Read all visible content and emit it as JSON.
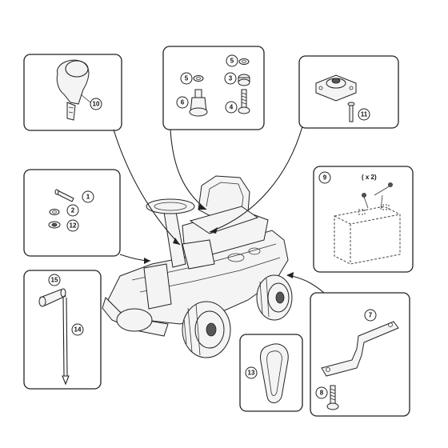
{
  "diagram": {
    "callouts": {
      "c1": "1",
      "c2": "2",
      "c3": "3",
      "c4": "4",
      "c5a": "5",
      "c5b": "5",
      "c6": "6",
      "c7": "7",
      "c8": "8",
      "c9": "9",
      "c10": "10",
      "c11": "11",
      "c12": "12",
      "c13": "13",
      "c14": "14",
      "c15": "15"
    },
    "battery_qty_note": "( x 2)"
  }
}
